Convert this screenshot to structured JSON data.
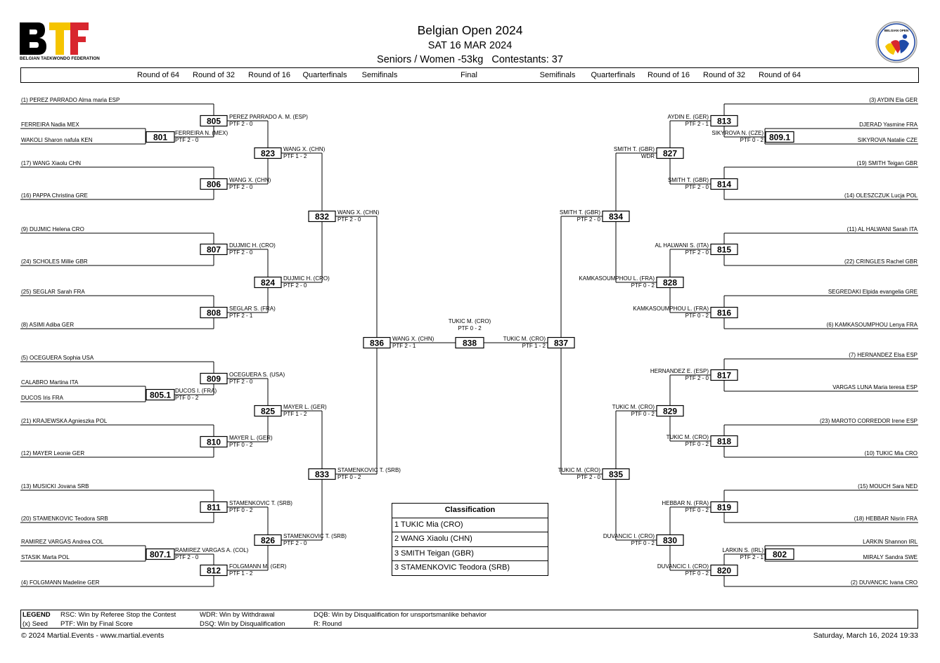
{
  "logo": {
    "letters": "BTF",
    "subtitle": "BELGIAN TAEKWONDO FEDERATION",
    "seal_text": "BELGIAN OPEN",
    "colors": {
      "black": "#000000",
      "yellow": "#f5c400",
      "red": "#d8262e",
      "blue": "#1f4aa8"
    }
  },
  "header": {
    "title": "Belgian Open 2024",
    "date": "SAT 16 MAR 2024",
    "division": "Seniors / Women -53kg",
    "contestants": "Contestants: 37"
  },
  "rounds_left": [
    "Round of 64",
    "Round of 32",
    "Round of 16",
    "Quarterfinals",
    "Semifinals"
  ],
  "round_final": "Final",
  "rounds_right": [
    "Semifinals",
    "Quarterfinals",
    "Round of 16",
    "Round of 32",
    "Round of 64"
  ],
  "competitors_left": [
    "(1) PEREZ PARRADO Alma maria ESP",
    "FERREIRA Nadia MEX",
    "WAKOLI Sharon nafula KEN",
    "(17) WANG Xiaolu CHN",
    "(16) PAPPA Christina GRE",
    "(9) DUJMIC Helena CRO",
    "(24) SCHOLES Millie GBR",
    "(25) SEGLAR Sarah FRA",
    "(8) ASIMI Adiba GER",
    "(5) OCEGUERA Sophia USA",
    "CALABRO Martina ITA",
    "DUCOS Iris FRA",
    "(21) KRAJEWSKA Agnieszka POL",
    "(12) MAYER Leonie GER",
    "(13) MUSICKI Jovana SRB",
    "(20) STAMENKOVIC Teodora SRB",
    "RAMIREZ VARGAS Andrea COL",
    "STASIK Marta POL",
    "(4) FOLGMANN Madeline GER"
  ],
  "competitors_right": [
    "(3) AYDIN Ela GER",
    "DJERAD Yasmine FRA",
    "SIKYROVA Natalie CZE",
    "(19) SMITH Teigan GBR",
    "(14) OLESZCZUK Lucja POL",
    "(11) AL HALWANI Sarah ITA",
    "(22) CRINGLES Rachel GBR",
    "SEGREDAKI Elpida evangelia GRE",
    "(6) KAMKASOUMPHOU Lenya FRA",
    "(7) HERNANDEZ Elsa ESP",
    "VARGAS LUNA Maria teresa ESP",
    "(23) MAROTO CORREDOR Irene ESP",
    "(10) TUKIC Mia CRO",
    "(15) MOUCH Sara NED",
    "(18) HEBBAR Nisrin FRA",
    "LARKIN Shannon IRL",
    "MIRALY Sandra SWE",
    "(2) DUVANCIC Ivana CRO"
  ],
  "matches_left": [
    {
      "id": "801",
      "winner": "FERREIRA N. (MEX)",
      "score": "PTF 2 - 0"
    },
    {
      "id": "805.1",
      "winner": "DUCOS I. (FRA)",
      "score": "PTF 0 - 2"
    },
    {
      "id": "807.1",
      "winner": "RAMIREZ VARGAS A. (COL)",
      "score": "PTF 2 - 0"
    },
    {
      "id": "805",
      "winner": "PEREZ PARRADO A. M. (ESP)",
      "score": "PTF 2 - 0"
    },
    {
      "id": "806",
      "winner": "WANG X. (CHN)",
      "score": "PTF 2 - 0"
    },
    {
      "id": "807",
      "winner": "DUJMIC H. (CRO)",
      "score": "PTF 2 - 0"
    },
    {
      "id": "808",
      "winner": "SEGLAR S. (FRA)",
      "score": "PTF 2 - 1"
    },
    {
      "id": "809",
      "winner": "OCEGUERA S. (USA)",
      "score": "PTF 2 - 0"
    },
    {
      "id": "810",
      "winner": "MAYER L. (GER)",
      "score": "PTF 0 - 2"
    },
    {
      "id": "811",
      "winner": "STAMENKOVIC T. (SRB)",
      "score": "PTF 0 - 2"
    },
    {
      "id": "812",
      "winner": "FOLGMANN M. (GER)",
      "score": "PTF 1 - 2"
    },
    {
      "id": "823",
      "winner": "WANG X. (CHN)",
      "score": "PTF 1 - 2"
    },
    {
      "id": "824",
      "winner": "DUJMIC H. (CRO)",
      "score": "PTF 2 - 0"
    },
    {
      "id": "825",
      "winner": "MAYER L. (GER)",
      "score": "PTF 1 - 2"
    },
    {
      "id": "826",
      "winner": "STAMENKOVIC T. (SRB)",
      "score": "PTF 2 - 0"
    },
    {
      "id": "832",
      "winner": "WANG X. (CHN)",
      "score": "PTF 2 - 0"
    },
    {
      "id": "833",
      "winner": "STAMENKOVIC T. (SRB)",
      "score": "PTF 0 - 2"
    },
    {
      "id": "836",
      "winner": "WANG X. (CHN)",
      "score": "PTF 2 - 1"
    }
  ],
  "final": {
    "id": "838",
    "winner": "TUKIC M. (CRO)",
    "score": "PTF 0 - 2"
  },
  "matches_right": [
    {
      "id": "809.1",
      "winner": "SIKYROVA N. (CZE)",
      "score": "PTF 0 - 2"
    },
    {
      "id": "802",
      "winner": "LARKIN S. (IRL)",
      "score": "PTF 2 - 1"
    },
    {
      "id": "813",
      "winner": "AYDIN E. (GER)",
      "score": "PTF 2 - 1"
    },
    {
      "id": "814",
      "winner": "SMITH T. (GBR)",
      "score": "PTF 2 - 0"
    },
    {
      "id": "815",
      "winner": "AL HALWANI S. (ITA)",
      "score": "PTF 2 - 0"
    },
    {
      "id": "816",
      "winner": "KAMKASOUMPHOU L. (FRA)",
      "score": "PTF 0 - 2"
    },
    {
      "id": "817",
      "winner": "HERNANDEZ E. (ESP)",
      "score": "PTF 2 - 0"
    },
    {
      "id": "818",
      "winner": "TUKIC M. (CRO)",
      "score": "PTF 0 - 2"
    },
    {
      "id": "819",
      "winner": "HEBBAR N. (FRA)",
      "score": "PTF 0 - 2"
    },
    {
      "id": "820",
      "winner": "DUVANCIC I. (CRO)",
      "score": "PTF 0 - 2"
    },
    {
      "id": "827",
      "winner": "SMITH T. (GBR)",
      "score": "WDR"
    },
    {
      "id": "828",
      "winner": "KAMKASOUMPHOU L. (FRA)",
      "score": "PTF 0 - 2"
    },
    {
      "id": "829",
      "winner": "TUKIC M. (CRO)",
      "score": "PTF 0 - 2"
    },
    {
      "id": "830",
      "winner": "DUVANCIC I. (CRO)",
      "score": "PTF 0 - 2"
    },
    {
      "id": "834",
      "winner": "SMITH T. (GBR)",
      "score": "PTF 2 - 0"
    },
    {
      "id": "835",
      "winner": "TUKIC M. (CRO)",
      "score": "PTF 2 - 0"
    },
    {
      "id": "837",
      "winner": "TUKIC M. (CRO)",
      "score": "PTF 1 - 2"
    }
  ],
  "classification": {
    "title": "Classification",
    "rows": [
      "1  TUKIC Mia (CRO)",
      "2  WANG Xiaolu (CHN)",
      "3  SMITH Teigan (GBR)",
      "3  STAMENKOVIC Teodora (SRB)"
    ]
  },
  "legend": {
    "label": "LEGEND",
    "seed": "(x) Seed",
    "rsc": "RSC: Win by Referee Stop the Contest",
    "ptf": "PTF: Win by Final Score",
    "wdr": "WDR: Win by Withdrawal",
    "dsq": "DSQ: Win by Disqualification",
    "dqb": "DQB: Win by Disqualification for unsportsmanlike behavior",
    "r": "R: Round"
  },
  "footer": {
    "copyright": "© 2024 Martial.Events - www.martial.events",
    "timestamp": "Saturday, March 16, 2024 19:33"
  }
}
